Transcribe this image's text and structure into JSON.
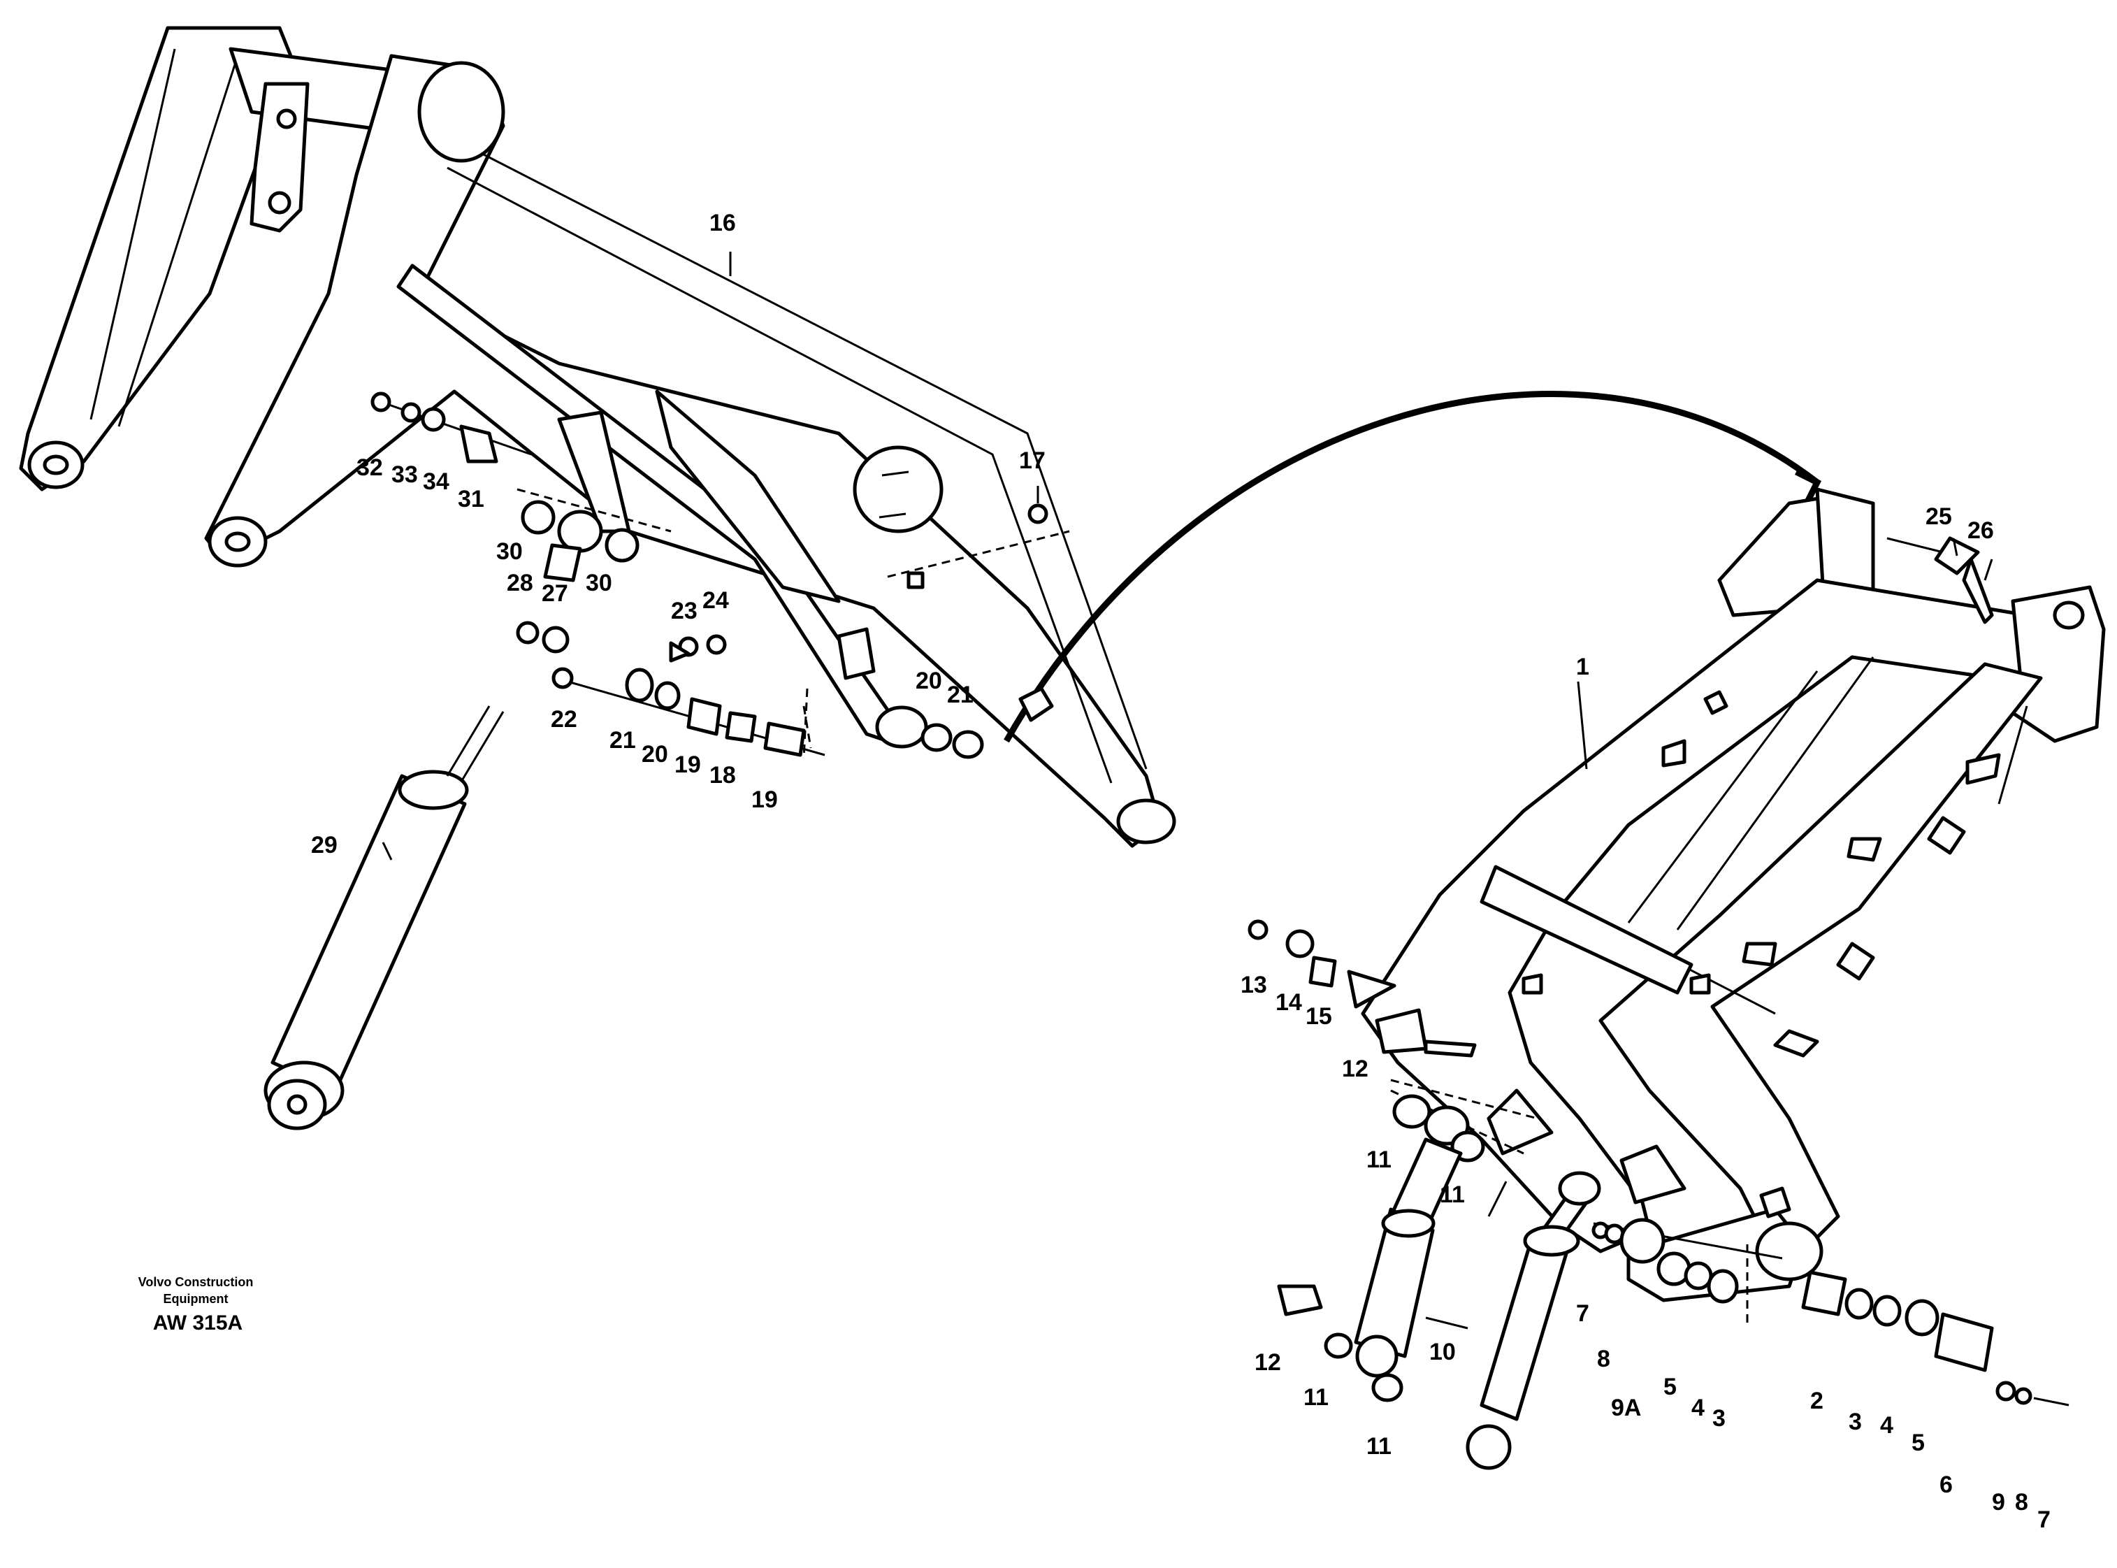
{
  "footer": {
    "brand_line1": "Volvo Construction",
    "brand_line2": "Equipment",
    "code": "AW 315A"
  },
  "callouts": {
    "c1": "1",
    "c2": "2",
    "c3a": "3",
    "c3b": "3",
    "c4a": "4",
    "c4b": "4",
    "c5a": "5",
    "c5b": "5",
    "c6": "6",
    "c7a": "7",
    "c7b": "7",
    "c8a": "8",
    "c8b": "8",
    "c9": "9",
    "c9A": "9A",
    "c10": "10",
    "c11a": "11",
    "c11b": "11",
    "c11c": "11",
    "c11d": "11",
    "c12a": "12",
    "c12b": "12",
    "c13": "13",
    "c14": "14",
    "c15": "15",
    "c16": "16",
    "c17": "17",
    "c18": "18",
    "c19a": "19",
    "c19b": "19",
    "c20a": "20",
    "c20b": "20",
    "c21a": "21",
    "c21b": "21",
    "c22": "22",
    "c23": "23",
    "c24": "24",
    "c25": "25",
    "c26": "26",
    "c27": "27",
    "c28": "28",
    "c29": "29",
    "c30a": "30",
    "c30b": "30",
    "c31": "31",
    "c32": "32",
    "c33": "33",
    "c34": "34"
  }
}
